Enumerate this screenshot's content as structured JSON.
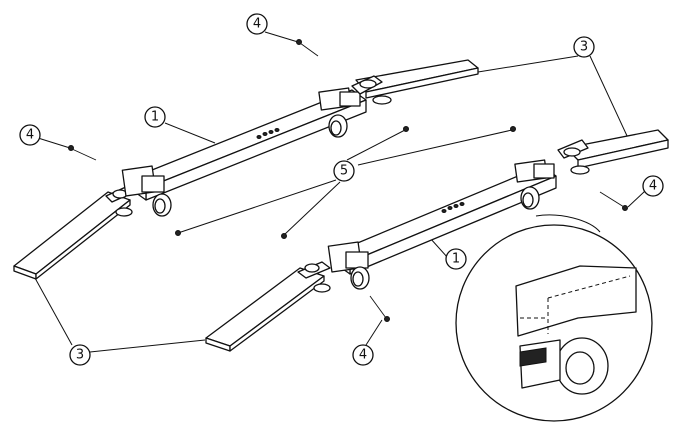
{
  "callouts": {
    "beam": "1",
    "foot": "3",
    "screw": "4",
    "cap": "5"
  },
  "colors": {
    "line": "#111111",
    "fill": "#ffffff"
  }
}
